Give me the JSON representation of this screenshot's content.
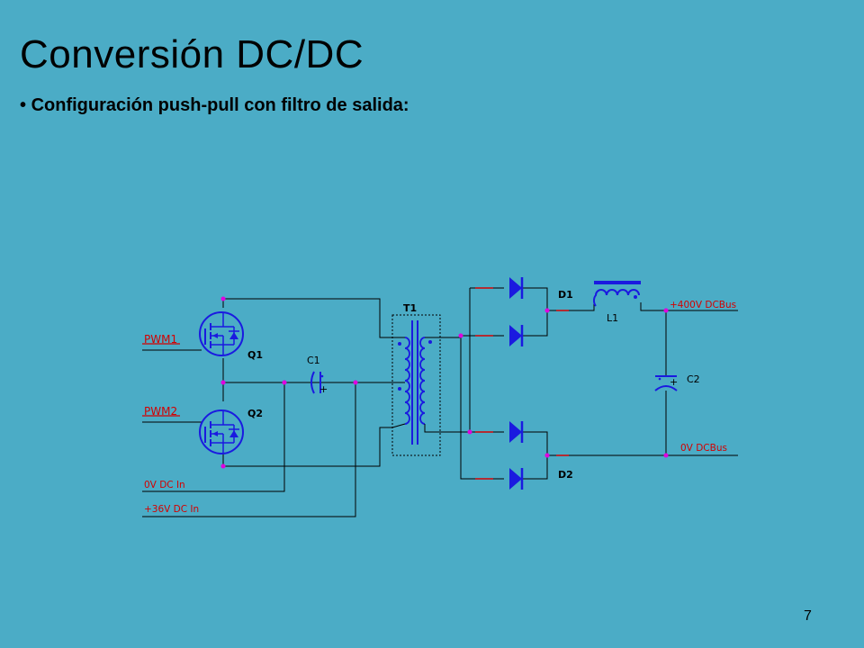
{
  "slide": {
    "title": "Conversión DC/DC",
    "bullet": "Configuración push-pull con filtro de salida:",
    "page_number": "7"
  },
  "schematic": {
    "components": {
      "q1": "Q1",
      "q2": "Q2",
      "c1": "C1",
      "t1": "T1",
      "d1": "D1",
      "d2": "D2",
      "l1": "L1",
      "c2": "C2"
    },
    "nets": {
      "pwm1": "PWM1",
      "pwm2": "PWM2",
      "dc_in_0v": "0V DC In",
      "dc_in_36v": "+36V DC In",
      "bus_400v": "+400V DCBus",
      "bus_0v": "0V DCBus"
    },
    "polarity": {
      "c1_plus": "+",
      "c2_plus": "+"
    }
  },
  "colors": {
    "background": "#4bacc6",
    "wire": "#000000",
    "device": "#1a1ae0",
    "net_label": "#d40000",
    "node": "#e000e0"
  }
}
